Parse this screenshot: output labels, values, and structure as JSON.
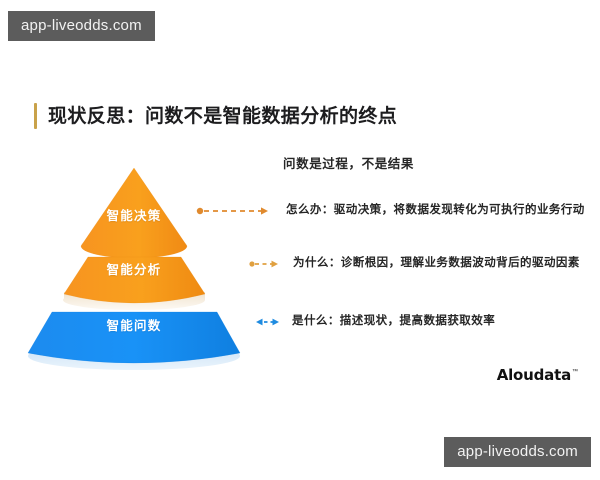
{
  "watermarks": {
    "top_left": "app-liveodds.com",
    "bottom_right": "app-liveodds.com"
  },
  "slide": {
    "title": "现状反思：问数不是智能数据分析的终点",
    "accent_color": "#c9a24a",
    "headline": "问数是过程，不是结果"
  },
  "pyramid": {
    "layers": [
      {
        "label": "智能决策",
        "level": "top",
        "color": "#F7941E",
        "base_color": "#F6EADB"
      },
      {
        "label": "智能分析",
        "level": "middle",
        "color": "#F7941E",
        "base_color": "#F6EADB"
      },
      {
        "label": "智能问数",
        "level": "bottom",
        "color": "#1890F2",
        "base_color": "#D8E9F8"
      }
    ]
  },
  "annotations": [
    {
      "arrow": "double-dashed-arrow-orange",
      "arrow_color": "#E08A2E",
      "text": "怎么办：驱动决策，将数据发现转化为可执行的业务行动"
    },
    {
      "arrow": "double-dashed-arrow-orange",
      "arrow_color": "#E0A040",
      "text": "为什么：诊断根因，理解业务数据波动背后的驱动因素"
    },
    {
      "arrow": "double-dashed-arrow-blue",
      "arrow_color": "#1E8BE0",
      "text": "是什么：描述现状，提高数据获取效率"
    }
  ],
  "brand": {
    "name": "Aloudata",
    "trademark": "™"
  }
}
